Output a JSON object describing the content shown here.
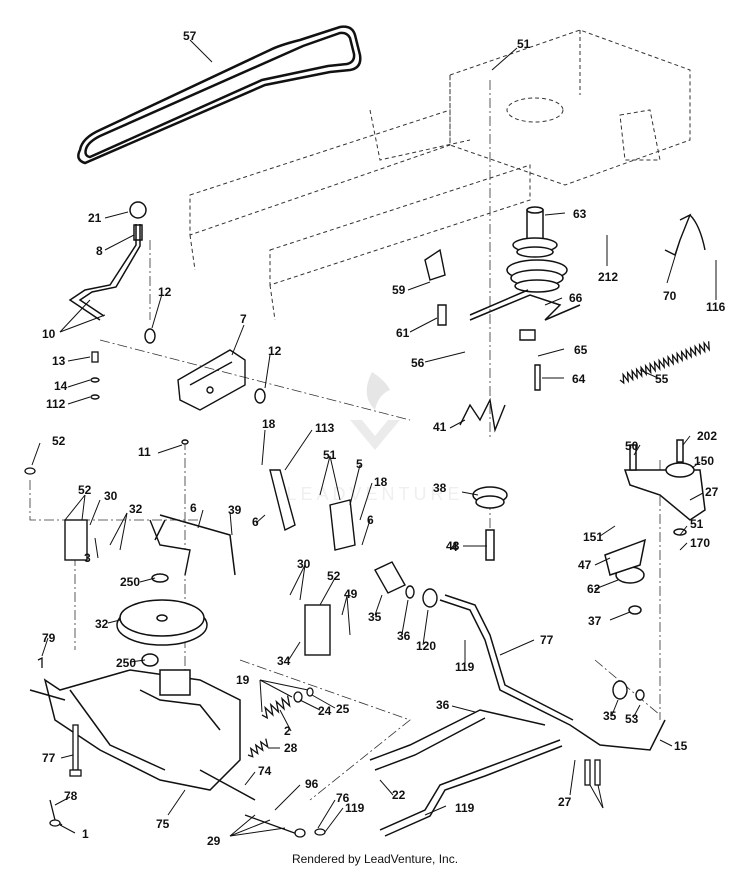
{
  "footer": "Rendered by LeadVenture, Inc.",
  "watermark": "LEADVENTURE",
  "callouts": [
    "57",
    "51",
    "21",
    "8",
    "12",
    "10",
    "7",
    "63",
    "212",
    "59",
    "66",
    "70",
    "116",
    "61",
    "56",
    "65",
    "64",
    "55",
    "13",
    "14",
    "112",
    "12",
    "18",
    "113",
    "51",
    "5",
    "41",
    "50",
    "202",
    "150",
    "11",
    "52",
    "52",
    "30",
    "32",
    "18",
    "6",
    "6",
    "38",
    "48",
    "27",
    "151",
    "51",
    "170",
    "6",
    "39",
    "4",
    "250",
    "3",
    "32",
    "30",
    "52",
    "49",
    "47",
    "62",
    "35",
    "36",
    "120",
    "37",
    "77",
    "79",
    "250",
    "34",
    "119",
    "19",
    "24",
    "25",
    "2",
    "28",
    "36",
    "35",
    "53",
    "15",
    "77",
    "74",
    "96",
    "78",
    "76",
    "119",
    "1",
    "75",
    "29",
    "22",
    "119",
    "27"
  ],
  "colors": {
    "line": "#111111",
    "background": "#ffffff",
    "watermark": "#dcdcdc"
  }
}
